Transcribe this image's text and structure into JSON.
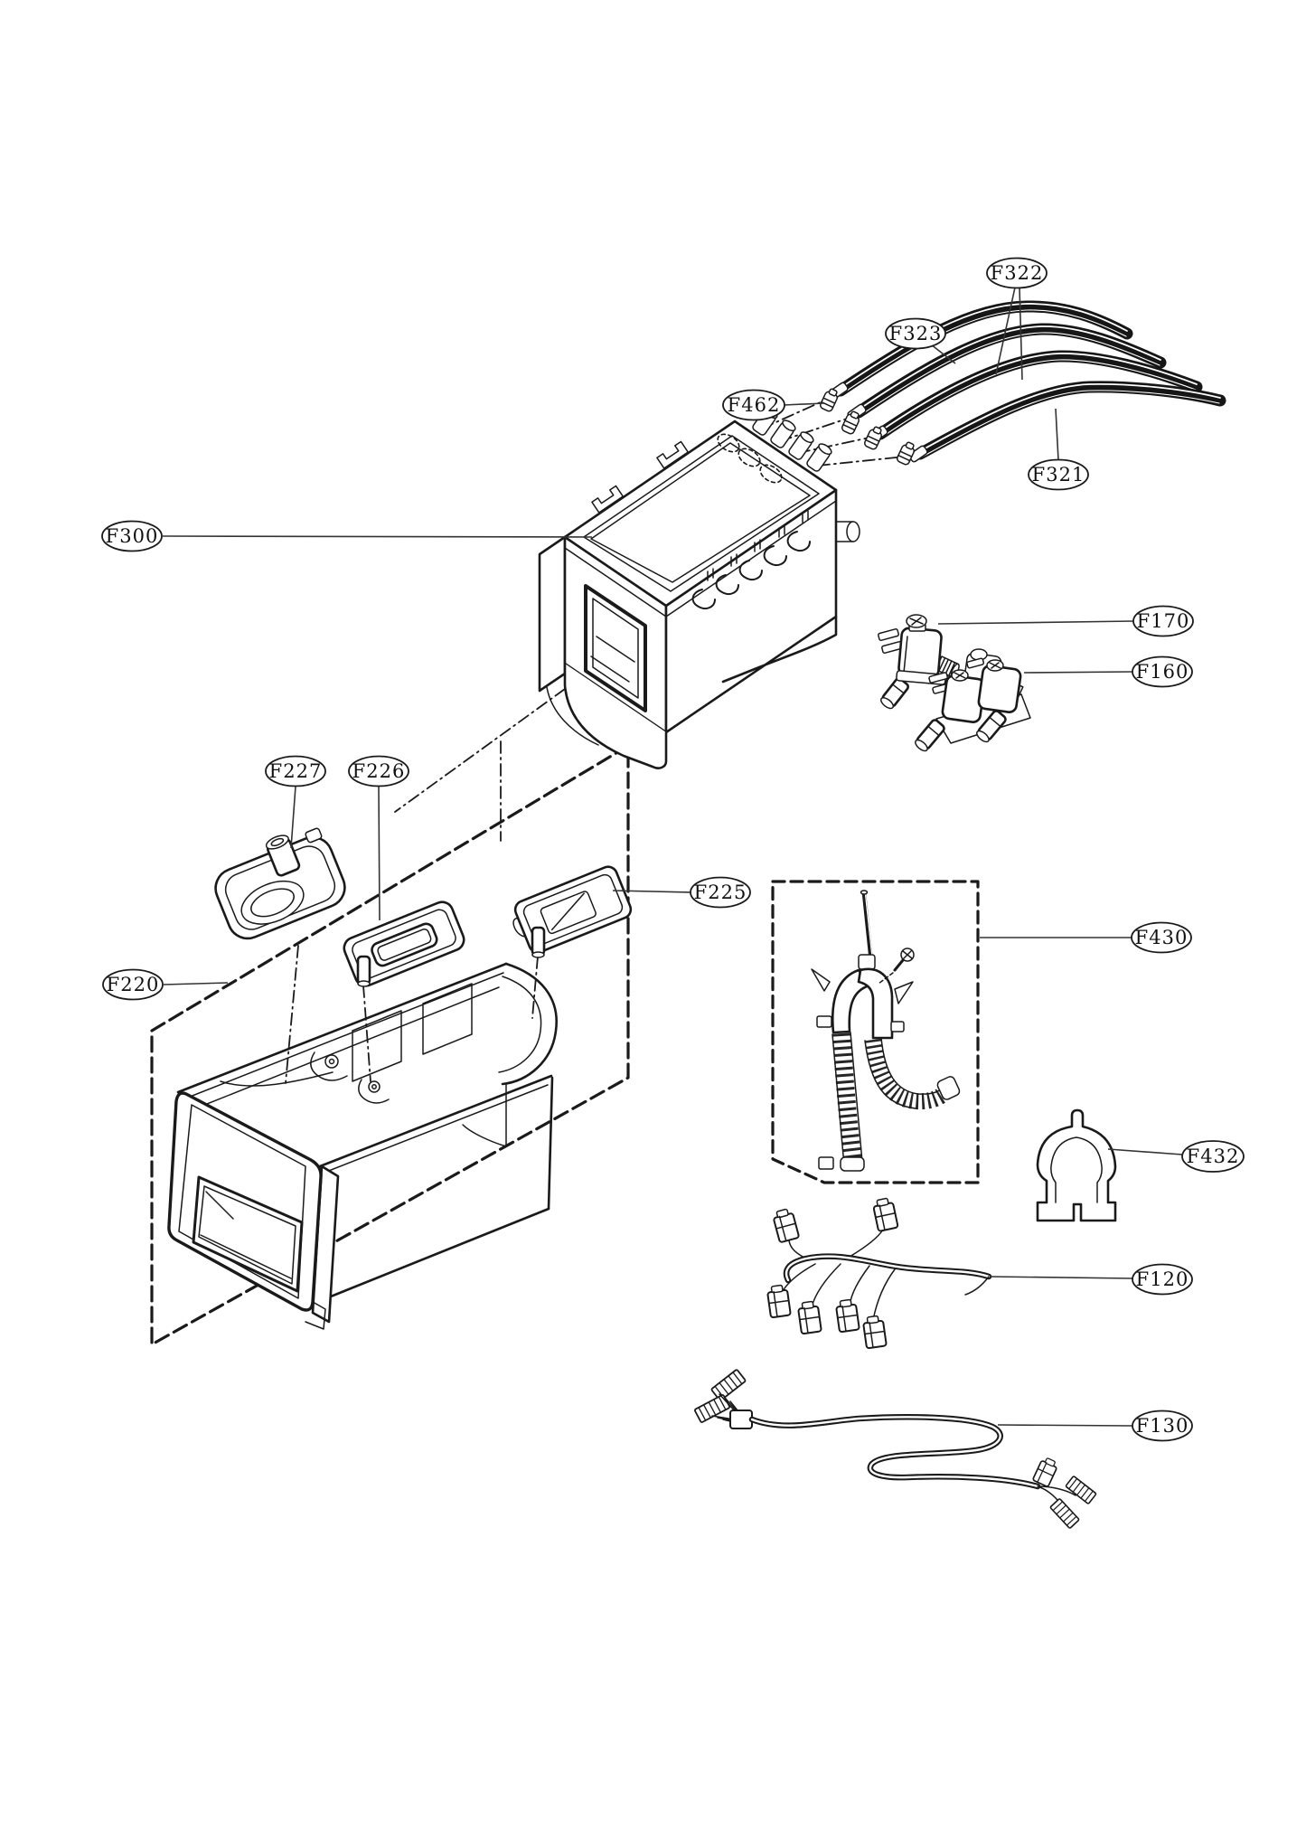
{
  "diagram": {
    "type": "exploded-parts-diagram",
    "subject": "Washer dispenser assembly exploded view",
    "colors": {
      "background": "#ffffff",
      "line": "#1a1a1a"
    }
  },
  "callouts": {
    "f300": "F300",
    "f321": "F321",
    "f322": "F322",
    "f323": "F323",
    "f462": "F462",
    "f170": "F170",
    "f160": "F160",
    "f227": "F227",
    "f226": "F226",
    "f225": "F225",
    "f220": "F220",
    "f430": "F430",
    "f432": "F432",
    "f120": "F120",
    "f130": "F130"
  }
}
